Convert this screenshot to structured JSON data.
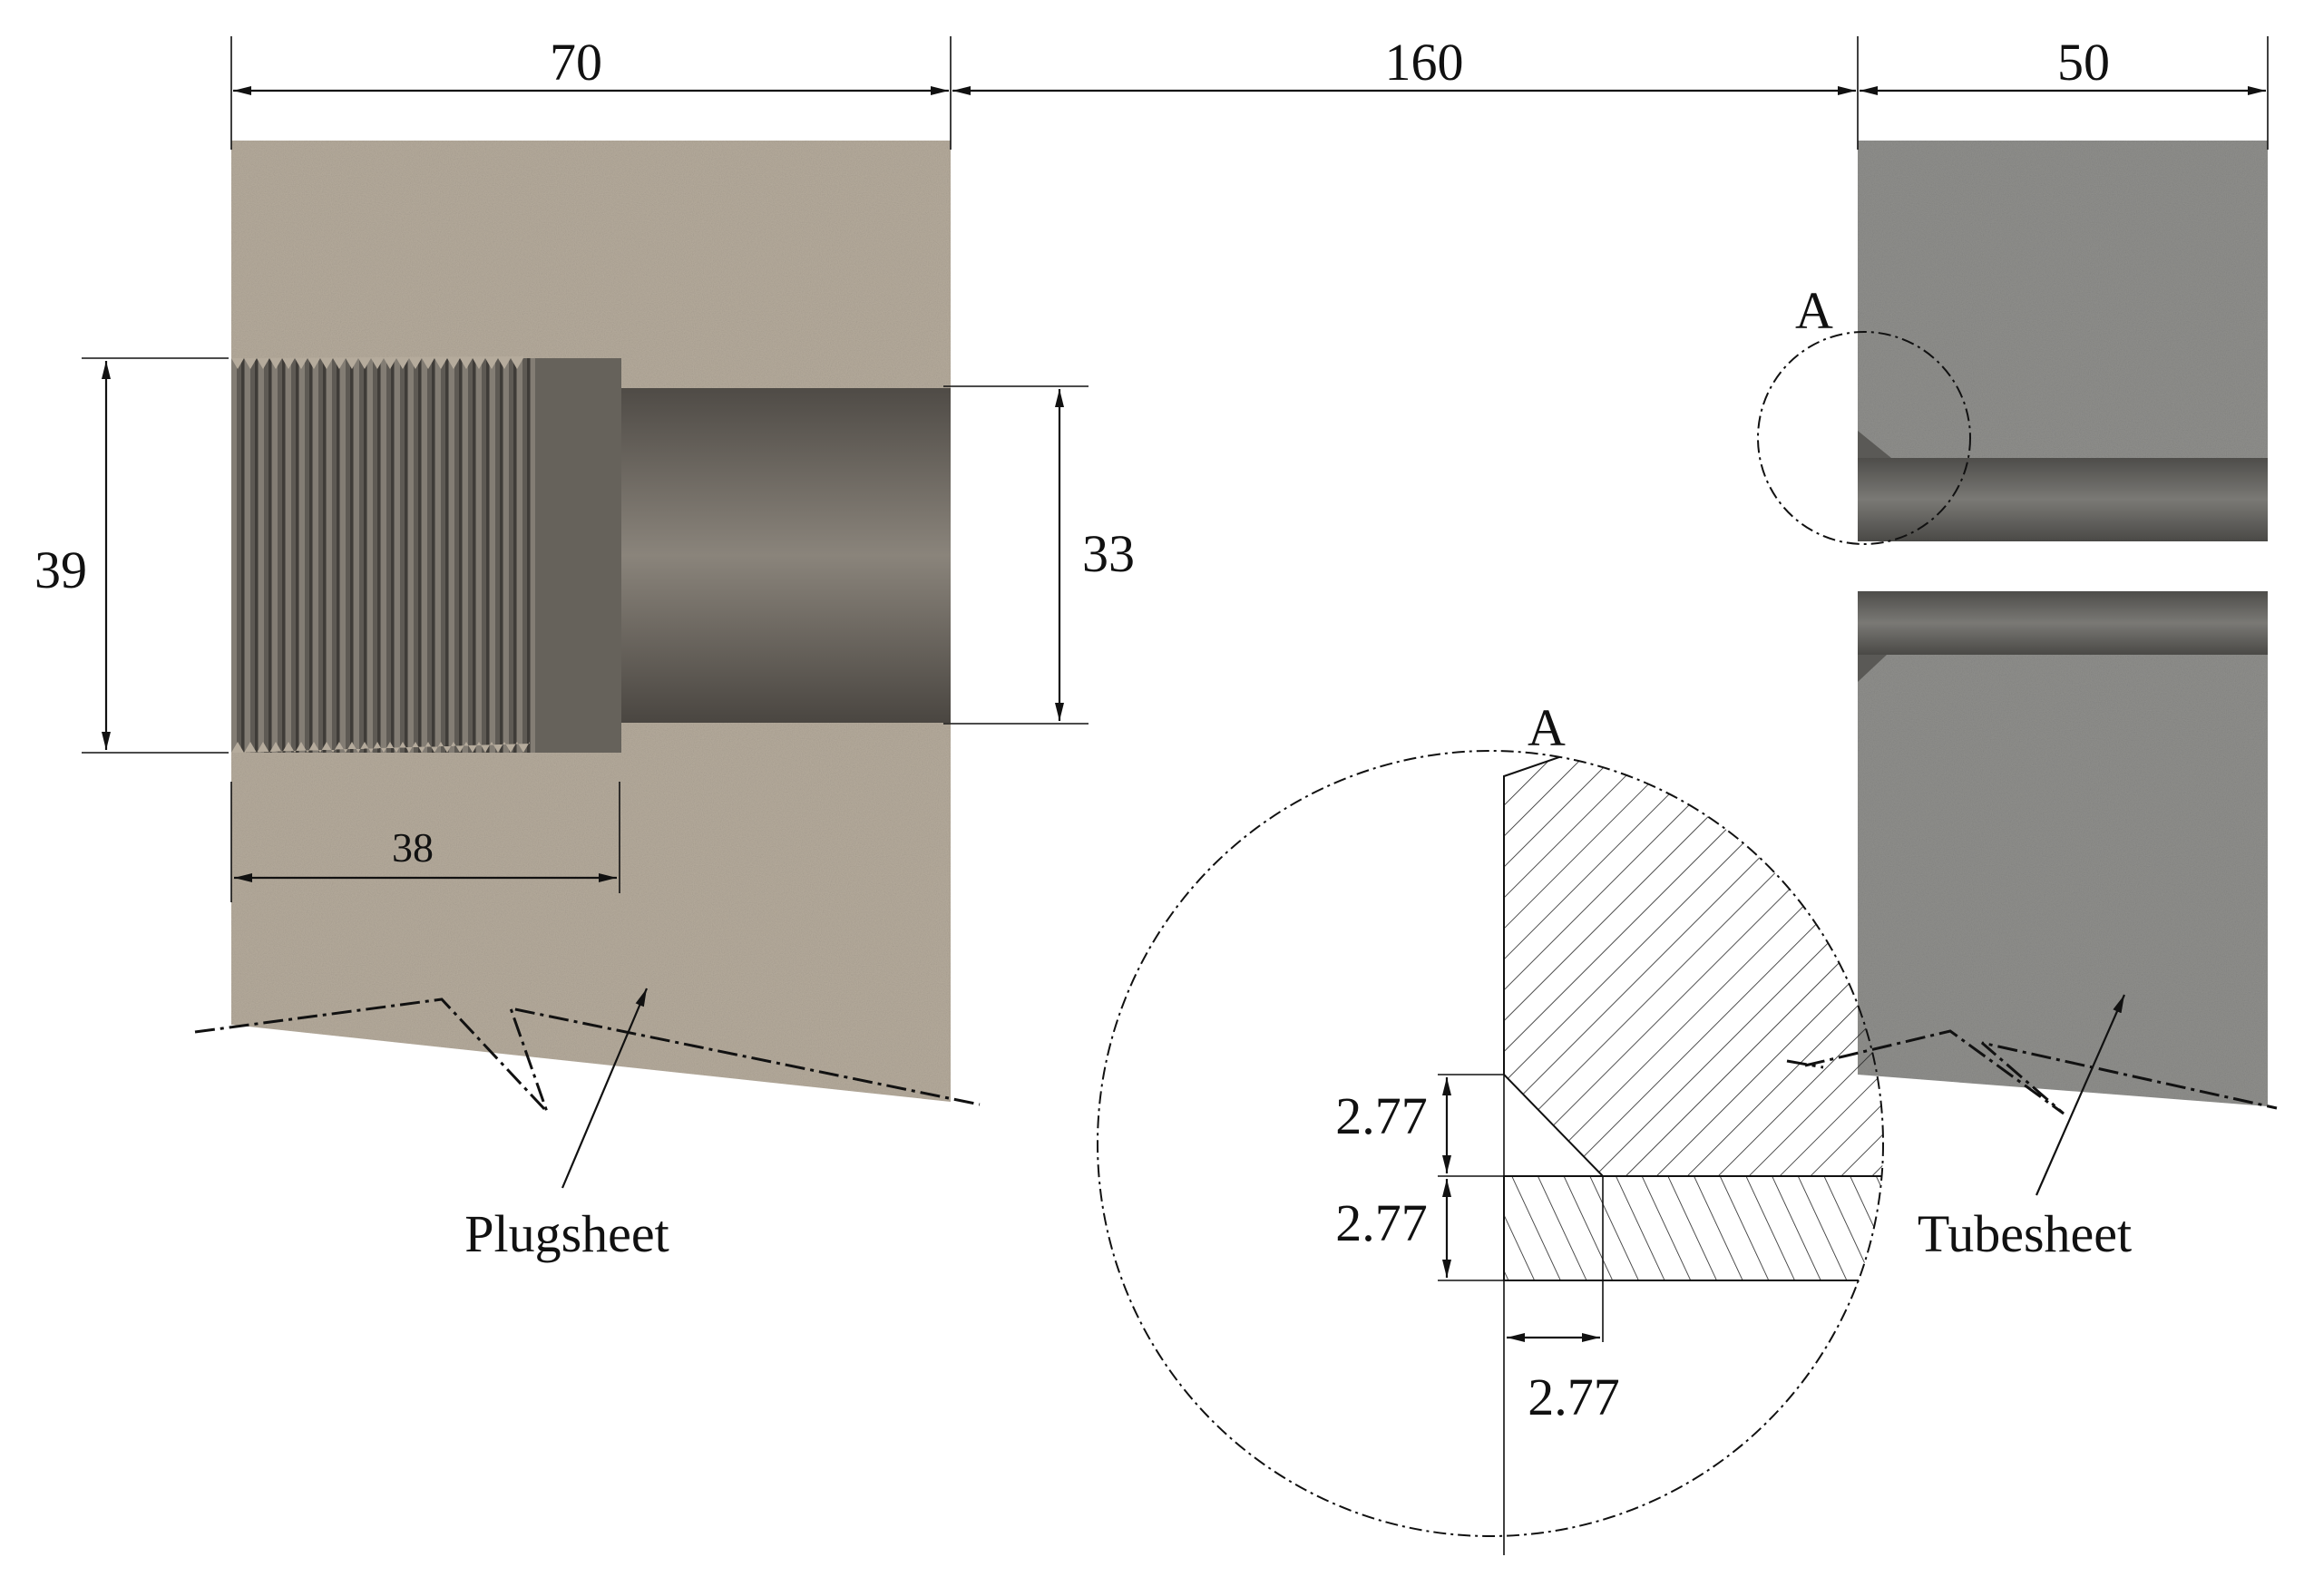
{
  "colors": {
    "plugsheet_body": "#b5ab9c",
    "plug_bore": "#6f6a63",
    "tubesheet_body": "#8f8f8c",
    "tube": "#6e6d6a",
    "line": "#111111"
  },
  "dimensions": {
    "top_left": "70",
    "top_middle": "160",
    "top_right": "50",
    "thread_height": "39",
    "bore_height": "33",
    "thread_length": "38",
    "weld_upper": "2.77",
    "weld_lower": "2.77",
    "weld_horizontal": "2.77"
  },
  "labels": {
    "detail_marker": "A",
    "detail_title": "A",
    "plugsheet": "Plugsheet",
    "tubesheet": "Tubesheet"
  }
}
